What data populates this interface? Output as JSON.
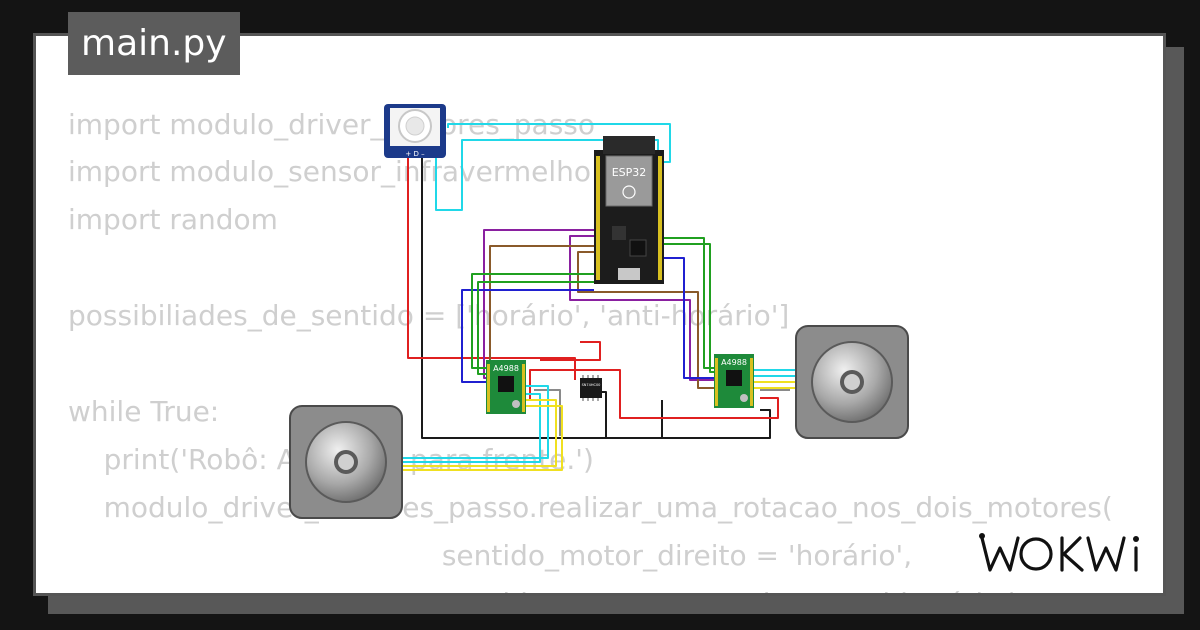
{
  "file_tab": {
    "label": "main.py"
  },
  "code_lines": [
    "import modulo_driver_motores_passo",
    "import modulo_sensor_infravermelho",
    "import random",
    "",
    "possibiliades_de_sentido = ['horário', 'anti-horário']",
    "",
    "while True:",
    "    print('Robô: Andando para frente.')",
    "    modulo_driver_motores_passo.realizar_uma_rotacao_nos_dois_motores(",
    "                                          sentido_motor_direito = 'horário',",
    "                                          sentido_motor_esquerdo = 'anti-horário')"
  ],
  "diagram": {
    "esp32_label": "ESP32",
    "driver_left_label": "A4988",
    "driver_right_label": "A4988",
    "pir_pin_labels": "+ D –",
    "ic_label": "SN74HC00",
    "wire_colors": {
      "red": "#e02020",
      "black": "#1a1a1a",
      "cyan": "#20d8e8",
      "green": "#20a020",
      "blue": "#2020d0",
      "purple": "#8a20a0",
      "brown": "#8a5a2a",
      "yellow": "#f0e020",
      "grey": "#8a8a8a"
    }
  },
  "logo": {
    "text": "WOKWi",
    "icon": "wokwi-logo-icon"
  }
}
